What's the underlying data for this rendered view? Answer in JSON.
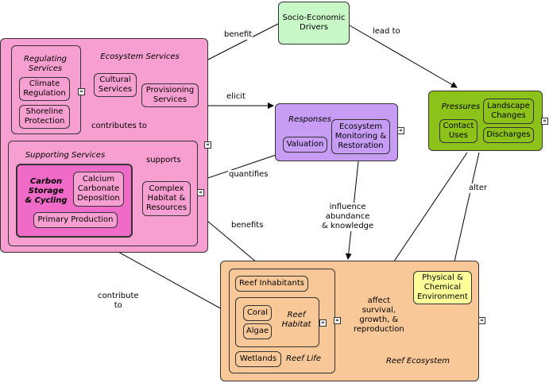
{
  "nodes": {
    "socio_economic": "Socio-Economic\nDrivers",
    "ecosystem_services": "Ecosystem Services",
    "regulating_services": "Regulating\nServices",
    "climate_regulation": "Climate\nRegulation",
    "shoreline_protection": "Shoreline\nProtection",
    "cultural_services": "Cultural\nServices",
    "provisioning_services": "Provisioning\nServices",
    "supporting_services": "Supporting Services",
    "carbon_storage": "Carbon\nStorage\n& Cycling",
    "calcium_carbonate": "Calcium\nCarbonate\nDeposition",
    "primary_production": "Primary Production",
    "complex_habitat": "Complex\nHabitat &\nResources",
    "responses": "Responses",
    "valuation": "Valuation",
    "ecosystem_monitoring": "Ecosystem\nMonitoring &\nRestoration",
    "pressures": "Pressures",
    "landscape_changes": "Landscape\nChanges",
    "contact_uses": "Contact\nUses",
    "discharges": "Discharges",
    "reef_ecosystem": "Reef Ecosystem",
    "reef_inhabitants": "Reef Inhabitants",
    "coral": "Coral",
    "algae": "Algae",
    "reef_habitat": "Reef\nHabitat",
    "wetlands": "Wetlands",
    "reef_life": "Reef Life",
    "physical_chemical": "Physical &\nChemical\nEnvironment"
  },
  "links": {
    "benefit": "benefit",
    "lead_to": "lead to",
    "elicit": "elicit",
    "contributes_to": "contributes to",
    "supports": "supports",
    "quantifies": "quantifies",
    "benefits": "benefits",
    "influence": "influence\nabundance\n& knowledge",
    "alter": "alter",
    "contribute_to": "contribute\nto",
    "affect": "affect\nsurvival,\ngrowth, &\nreproduction"
  },
  "colors": {
    "ecosystem_services_fill": "#f79fd0",
    "carbon_fill": "#f06ac8",
    "socio_fill": "#c8f7c8",
    "responses_fill": "#c79cf5",
    "pressures_fill": "#8cc21a",
    "reef_fill": "#f8c898",
    "physical_fill": "#ffff99"
  },
  "icons": {
    "expand": "expand-icon"
  }
}
